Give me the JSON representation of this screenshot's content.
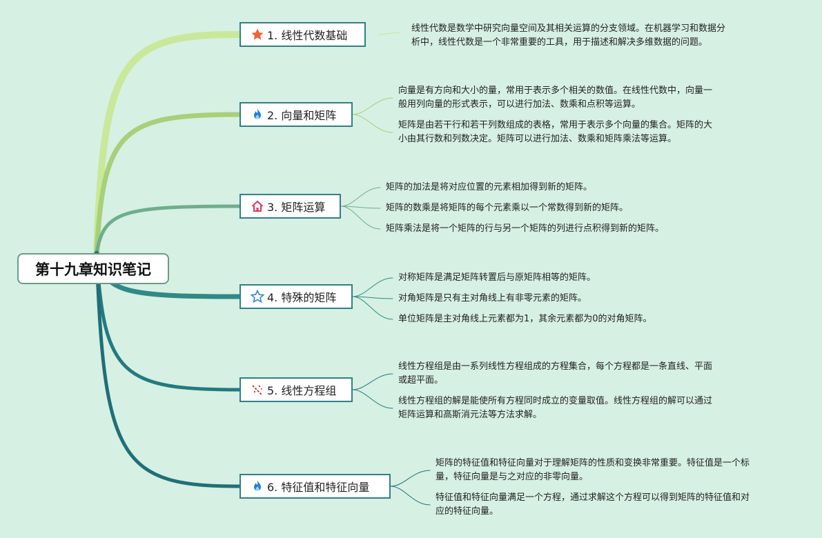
{
  "root": {
    "title": "第十九章知识笔记"
  },
  "topics": [
    {
      "label": "1. 线性代数基础",
      "icon": "star-icon",
      "notes": [
        [
          "线性代数是数学中研究向量空间及其相关运算的分支领域。在机器学习和数据分",
          "析中，线性代数是一个非常重要的工具，用于描述和解决多维数据的问题。"
        ]
      ]
    },
    {
      "label": "2. 向量和矩阵",
      "icon": "fire-icon",
      "notes": [
        [
          "向量是有方向和大小的量，常用于表示多个相关的数值。在线性代数中，向量一",
          "般用列向量的形式表示，可以进行加法、数乘和点积等运算。"
        ],
        [
          "矩阵是由若干行和若干列数组成的表格，常用于表示多个向量的集合。矩阵的大",
          "小由其行数和列数决定。矩阵可以进行加法、数乘和矩阵乘法等运算。"
        ]
      ]
    },
    {
      "label": "3. 矩阵运算",
      "icon": "home-icon",
      "notes": [
        [
          "矩阵的加法是将对应位置的元素相加得到新的矩阵。"
        ],
        [
          "矩阵的数乘是将矩阵的每个元素乘以一个常数得到新的矩阵。"
        ],
        [
          "矩阵乘法是将一个矩阵的行与另一个矩阵的列进行点积得到新的矩阵。"
        ]
      ]
    },
    {
      "label": "4. 特殊的矩阵",
      "icon": "star-outline-icon",
      "notes": [
        [
          "对称矩阵是满足矩阵转置后与原矩阵相等的矩阵。"
        ],
        [
          "对角矩阵是只有主对角线上有非零元素的矩阵。"
        ],
        [
          "单位矩阵是主对角线上元素都为1，其余元素都为0的对角矩阵。"
        ]
      ]
    },
    {
      "label": "5. 线性方程组",
      "icon": "magic-wand-icon",
      "notes": [
        [
          "线性方程组是由一系列线性方程组成的方程集合，每个方程都是一条直线、平面",
          "或超平面。"
        ],
        [
          "线性方程组的解是能使所有方程同时成立的变量取值。线性方程组的解可以通过",
          "矩阵运算和高斯消元法等方法求解。"
        ]
      ]
    },
    {
      "label": "6. 特征值和特征向量",
      "icon": "fire-icon",
      "notes": [
        [
          "矩阵的特征值和特征向量对于理解矩阵的性质和变换非常重要。特征值是一个标",
          "量，特征向量是与之对应的非零向量。"
        ],
        [
          "特征值和特征向量满足一个方程，通过求解这个方程可以得到矩阵的特征值和对",
          "应的特征向量。"
        ]
      ]
    }
  ],
  "colors": {
    "background": "#d6f0e3",
    "branches": [
      "#c9e89a",
      "#a8d07a",
      "#6fae8c",
      "#2f8a86",
      "#237a80",
      "#1f6f78"
    ],
    "topic_border": "#2f7f86"
  }
}
